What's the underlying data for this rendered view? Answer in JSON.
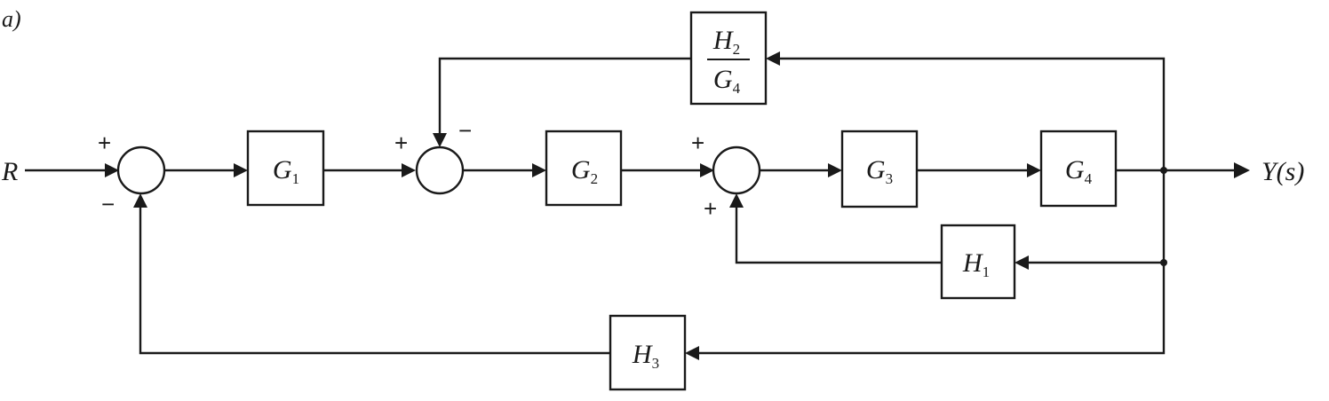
{
  "panel_label": "a)",
  "input_label": "R",
  "output_label": "Y(s)",
  "blocks": {
    "g1": {
      "main": "G",
      "sub": "1"
    },
    "g2": {
      "main": "G",
      "sub": "2"
    },
    "g3": {
      "main": "G",
      "sub": "3"
    },
    "g4": {
      "main": "G",
      "sub": "4"
    },
    "h1": {
      "main": "H",
      "sub": "1"
    },
    "h3": {
      "main": "H",
      "sub": "3"
    },
    "h2g4": {
      "num_main": "H",
      "num_sub": "2",
      "den_main": "G",
      "den_sub": "4"
    }
  },
  "signs": {
    "sum1_in": "+",
    "sum1_fb": "−",
    "sum2_in": "+",
    "sum2_fb": "−",
    "sum3_in": "+",
    "sum3_fb": "+"
  }
}
